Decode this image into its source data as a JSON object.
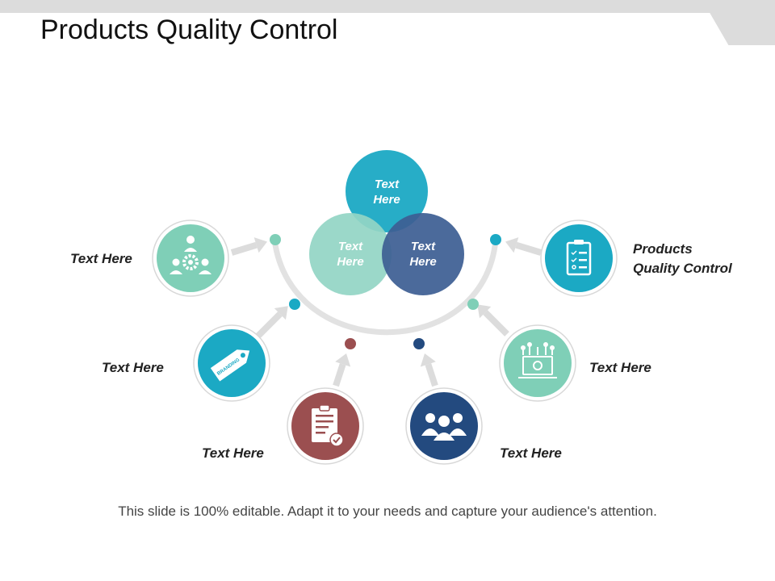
{
  "slide": {
    "title": "Products Quality Control",
    "footer": "This slide is 100% editable. Adapt it to your needs and capture your audience's attention."
  },
  "venn": [
    {
      "line1": "Text",
      "line2": "Here",
      "color": "#1ba9c4"
    },
    {
      "line1": "Text",
      "line2": "Here",
      "color": "#92d5c4"
    },
    {
      "line1": "Text",
      "line2": "Here",
      "color": "#3d5f93"
    }
  ],
  "nodes": [
    {
      "label": "Text Here",
      "icon": "team-gear-icon",
      "color": "#7fcfb7"
    },
    {
      "label": "Text Here",
      "icon": "branding-tag-icon",
      "color": "#1ba9c4"
    },
    {
      "label": "Text Here",
      "icon": "clipboard-check-icon",
      "color": "#9b4f50"
    },
    {
      "label": "Text Here",
      "icon": "business-team-icon",
      "color": "#234a7f"
    },
    {
      "label": "Text Here",
      "icon": "laptop-network-icon",
      "color": "#7fcfb7"
    },
    {
      "label": "Products\nQuality Control",
      "icon": "checklist-icon",
      "color": "#1ba9c4"
    }
  ],
  "icons": {
    "tag_text": "BRANDING"
  },
  "colors": {
    "arc": "#e2e2e2",
    "arrow": "#dcdcdc",
    "ring": "#d8d8d8"
  }
}
